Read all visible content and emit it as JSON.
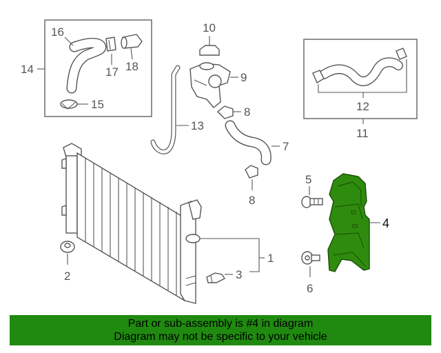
{
  "callouts": {
    "c1": "1",
    "c2": "2",
    "c3": "3",
    "c4": "4",
    "c5": "5",
    "c6": "6",
    "c7": "7",
    "c8a": "8",
    "c8b": "8",
    "c9": "9",
    "c10": "10",
    "c11": "11",
    "c12": "12",
    "c13": "13",
    "c14": "14",
    "c15": "15",
    "c16": "16",
    "c17": "17",
    "c18": "18"
  },
  "banner": {
    "line1": "Part or sub-assembly is #4 in diagram",
    "line2": "Diagram may not be specific to your vehicle"
  },
  "colors": {
    "highlight": "#2e8b0e",
    "banner_bg": "#1f8a0f",
    "line": "#555555"
  }
}
